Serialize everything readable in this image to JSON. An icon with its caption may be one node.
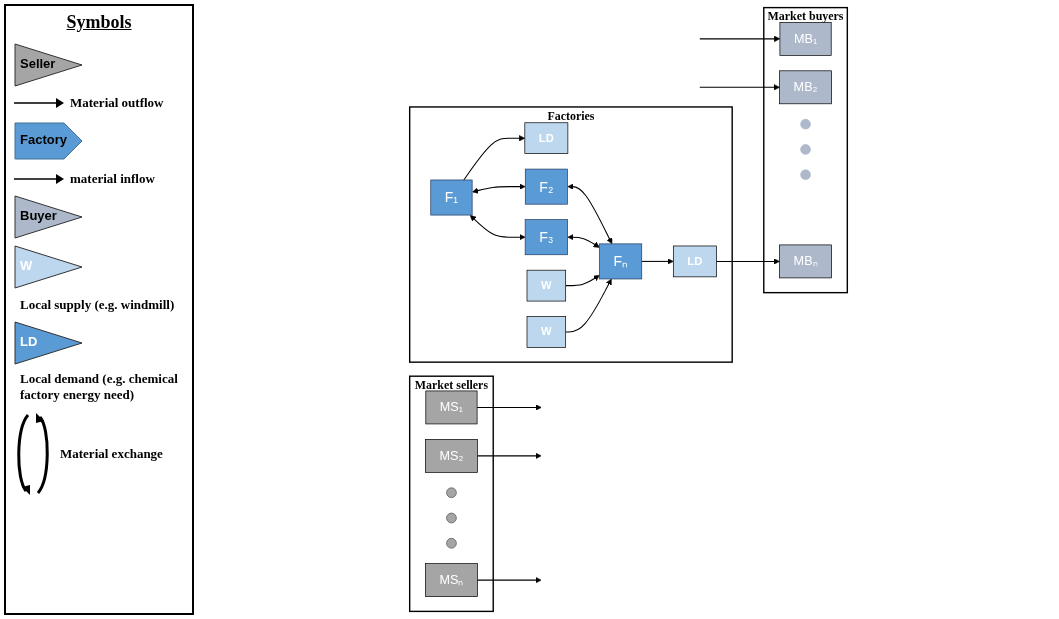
{
  "diagram": {
    "nodes": [
      {
        "text": [
          "Market sellers"
        ]
      },
      {
        "text": [
          "MS₁"
        ],
        "in": 0
      },
      {
        "text": [
          "MS₂"
        ],
        "in": 0
      },
      {
        "text": [],
        "shape": "circle",
        "in": 0
      },
      {
        "text": [],
        "shape": "circle",
        "in": 0
      },
      {
        "text": [],
        "shape": "circle",
        "in": 0
      },
      {
        "text": [
          "MSₙ"
        ],
        "in": 0
      },
      {
        "text": [
          "Factories"
        ]
      },
      {
        "text": [
          "F₁"
        ],
        "in": 7
      },
      {
        "text": [
          "LD"
        ],
        "in": 7
      },
      {
        "text": [
          "F₂"
        ],
        "in": 7
      },
      {
        "text": [
          "F₃"
        ],
        "in": 7
      },
      {
        "text": [
          "Fₙ"
        ],
        "in": 7
      },
      {
        "text": [
          "W"
        ],
        "in": 7
      },
      {
        "text": [
          "W"
        ],
        "in": 7
      },
      {
        "text": [
          "LD"
        ],
        "in": 7
      },
      {
        "text": [
          "Market buyers"
        ]
      },
      {
        "text": [
          "MB₁"
        ],
        "in": 16
      },
      {
        "text": [
          "MB₂"
        ],
        "in": 16
      },
      {
        "text": [],
        "shape": "circle",
        "in": 16
      },
      {
        "text": [],
        "shape": "circle",
        "in": 16
      },
      {
        "text": [],
        "shape": "circle",
        "in": 16
      },
      {
        "text": [
          "MBₙ"
        ],
        "in": 16
      }
    ],
    "edges": [
      {
        "from": 1,
        "to": null,
        "arrow": "to"
      },
      {
        "from": 2,
        "to": null,
        "arrow": "to"
      },
      {
        "from": 6,
        "to": null,
        "arrow": "to"
      },
      {
        "from": 8,
        "to": 9,
        "arrow": "to"
      },
      {
        "from": null,
        "to": 17,
        "arrow": "to"
      },
      {
        "from": null,
        "to": 18,
        "arrow": "to"
      },
      {
        "from": 8,
        "to": 10,
        "arrow": "both"
      },
      {
        "from": 8,
        "to": 11,
        "arrow": "both"
      },
      {
        "from": 10,
        "to": 12,
        "arrow": "both"
      },
      {
        "from": 11,
        "to": 12,
        "arrow": "both"
      },
      {
        "from": 13,
        "to": 12,
        "arrow": "to"
      },
      {
        "from": 14,
        "to": 12,
        "arrow": "to"
      },
      {
        "from": 12,
        "to": 15,
        "arrow": "to"
      },
      {
        "from": 15,
        "to": 22,
        "arrow": "to"
      }
    ],
    "labels": [
      "Symbols"
    ],
    "legend": [
      {
        "text": "Seller",
        "color": "#a5a5a5"
      },
      {
        "text": "Material outflow"
      },
      {
        "text": "Factory",
        "color": "#5b9bd5"
      },
      {
        "text": "material inflow"
      },
      {
        "text": "Buyer",
        "color": "#adb9ca"
      },
      {
        "text": "W",
        "color": "#bdd7ee"
      },
      {
        "text": "Local supply (e.g. windmill)"
      },
      {
        "text": "LD",
        "color": "#5b9bd5"
      },
      {
        "text": "Local demand (e.g. chemical factory energy need)"
      },
      {
        "text": "Material exchange"
      }
    ]
  }
}
